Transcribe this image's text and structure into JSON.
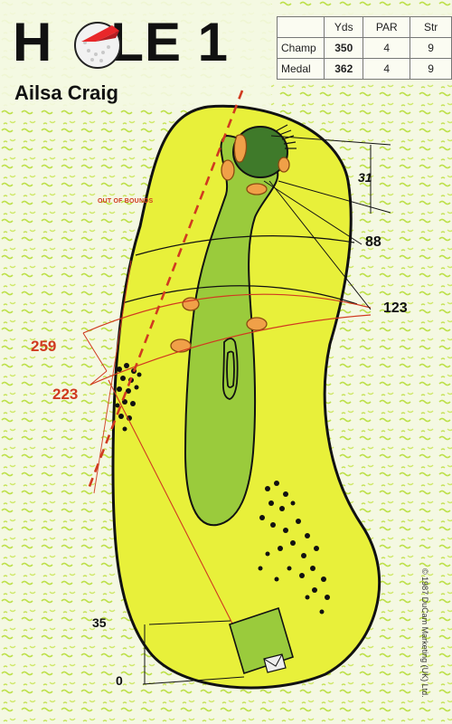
{
  "hole": {
    "title_prefix": "H",
    "title_suffix": "LE 1",
    "course": "Ailsa Craig"
  },
  "scorecard": {
    "headers": [
      "Yds",
      "PAR",
      "Str"
    ],
    "rows": [
      {
        "tee": "Champ",
        "yds": "350",
        "par": "4",
        "str": "9"
      },
      {
        "tee": "Medal",
        "yds": "362",
        "par": "4",
        "str": "9"
      }
    ]
  },
  "map": {
    "out_of_bounds_label": "OUT OF BOUNDS",
    "distances": {
      "d31": "31",
      "d88": "88",
      "d123": "123",
      "d259": "259",
      "d223": "223",
      "d35": "35",
      "d0": "0"
    },
    "copyright": "© 1987 DuCam Marketing (UK) Ltd."
  },
  "colors": {
    "background": "#f4f8e2",
    "texture": "#bde04a",
    "rough": "#e8f03a",
    "fairway": "#9acb3c",
    "green": "#3f7a2a",
    "bunker": "#f0a048",
    "out_of_bounds": "#d03a20",
    "distance_line": "#d03a20"
  }
}
